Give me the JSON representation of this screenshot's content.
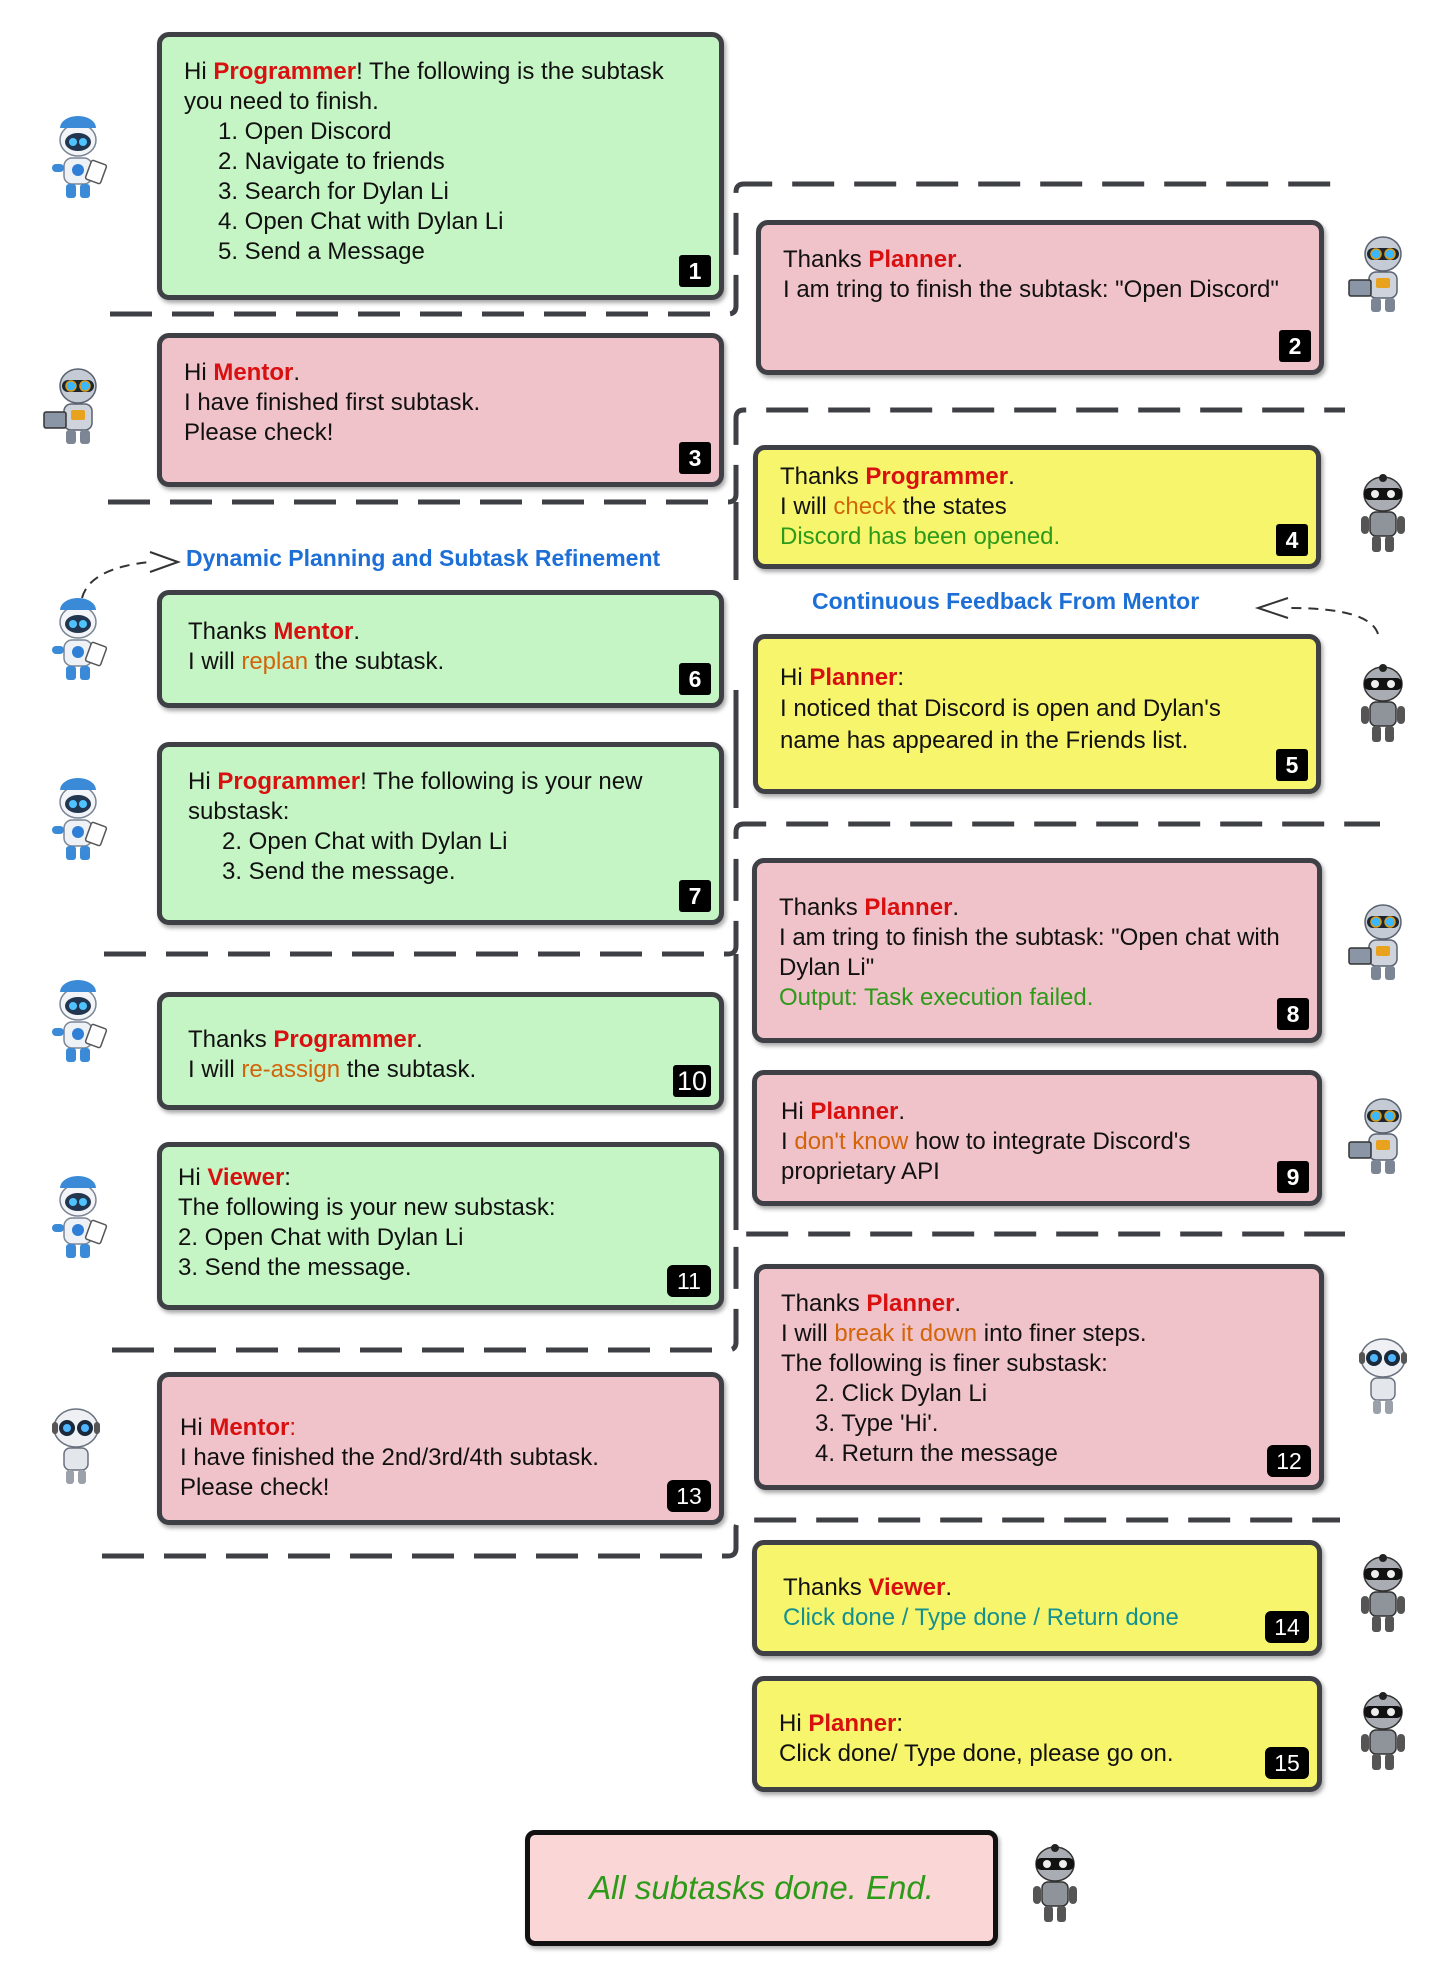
{
  "messages": {
    "m1": {
      "greeting": "Hi ",
      "name": "Programmer",
      "text": "! The following is the subtask",
      "text2": "you need to finish.",
      "items": [
        "1. Open Discord",
        "2. Navigate to friends",
        "3. Search for Dylan Li",
        "4. Open Chat with Dylan Li",
        "5. Send a Message"
      ],
      "number": "1"
    },
    "m2": {
      "prefix": "Thanks ",
      "name": "Planner",
      "suffix": ".",
      "line2": "I am tring to finish the subtask: \"Open Discord\"",
      "number": "2"
    },
    "m3": {
      "prefix": "Hi ",
      "name": "Mentor",
      "suffix": ".",
      "line2": "I have finished first subtask.",
      "line3": "Please check!",
      "number": "3"
    },
    "m4": {
      "prefix": "Thanks ",
      "name": "Programmer",
      "suffix": ".",
      "line2a": "I will ",
      "highlight": "check",
      "line2b": " the states",
      "line3": "Discord has been opened.",
      "number": "4"
    },
    "m5": {
      "prefix": "Hi ",
      "name": "Planner",
      "suffix": ":",
      "line2": "I noticed that Discord is open and Dylan's",
      "line3": "name has appeared in the Friends list.",
      "number": "5"
    },
    "m6": {
      "prefix": "Thanks ",
      "name": "Mentor",
      "suffix": ".",
      "line2a": "I will ",
      "highlight": "replan",
      "line2b": " the subtask.",
      "number": "6"
    },
    "m7": {
      "prefix": "Hi ",
      "name": "Programmer",
      "suffix": "! The following is your new",
      "line2": "substask:",
      "items": [
        "2. Open Chat with Dylan Li",
        "3. Send the message."
      ],
      "number": "7"
    },
    "m8": {
      "prefix": "Thanks ",
      "name": "Planner",
      "suffix": ".",
      "line2": "I am tring to finish the subtask: \"Open chat with",
      "line3": "Dylan Li\"",
      "line4": "Output: Task execution failed.",
      "number": "8"
    },
    "m9": {
      "prefix": "Hi ",
      "name": "Planner",
      "suffix": ".",
      "line2a": "I ",
      "highlight": "don't know",
      "line2b": " how to integrate Discord's",
      "line3": "proprietary API",
      "number": "9"
    },
    "m10": {
      "prefix": "Thanks ",
      "name": "Programmer",
      "suffix": ".",
      "line2a": "I will ",
      "highlight": "re-assign",
      "line2b": " the subtask.",
      "number": "10"
    },
    "m11": {
      "prefix": "Hi ",
      "name": "Viewer",
      "suffix": ":",
      "line2": "The following is your new substask:",
      "line3": "2. Open Chat with Dylan Li",
      "line4": "3. Send the message.",
      "number": "11"
    },
    "m12": {
      "prefix": "Thanks ",
      "name": "Planner",
      "suffix": ".",
      "line2a": "I will ",
      "highlight": "break it down",
      "line2b": " into finer steps.",
      "line3": "The following is finer substask:",
      "items": [
        "2. Click Dylan Li",
        "3. Type 'Hi'.",
        "4. Return the message"
      ],
      "number": "12"
    },
    "m13": {
      "prefix": "Hi ",
      "name": "Mentor",
      "suffix": ":",
      "line2": "I have finished the 2nd/3rd/4th subtask.",
      "line3": "Please check!",
      "number": "13"
    },
    "m14": {
      "prefix": "Thanks ",
      "name": "Viewer",
      "suffix": ".",
      "line2": "Click done / Type done / Return done",
      "number": "14"
    },
    "m15": {
      "prefix": "Hi ",
      "name": "Planner",
      "suffix": ":",
      "line2": "Click done/ Type done, please go on.",
      "number": "15"
    }
  },
  "captions": {
    "left": "Dynamic Planning and Subtask Refinement",
    "right": "Continuous Feedback From Mentor"
  },
  "end_text": "All subtasks done. End.",
  "colors": {
    "green_box": "#c6f5c5",
    "pink_box": "#f0c2c9",
    "yellow_box": "#f7f56b",
    "name_red": "#d91010",
    "highlight_orange": "#d2640a",
    "status_green": "#2d9a1a",
    "done_teal": "#14908f",
    "caption_blue": "#1d6fd6",
    "border": "#3f4046"
  },
  "icons": {
    "planner": "white-blue-robot-clipboard-icon",
    "programmer": "goggles-robot-laptop-icon",
    "mentor": "black-masked-robot-icon",
    "viewer": "big-eyed-robot-icon"
  }
}
